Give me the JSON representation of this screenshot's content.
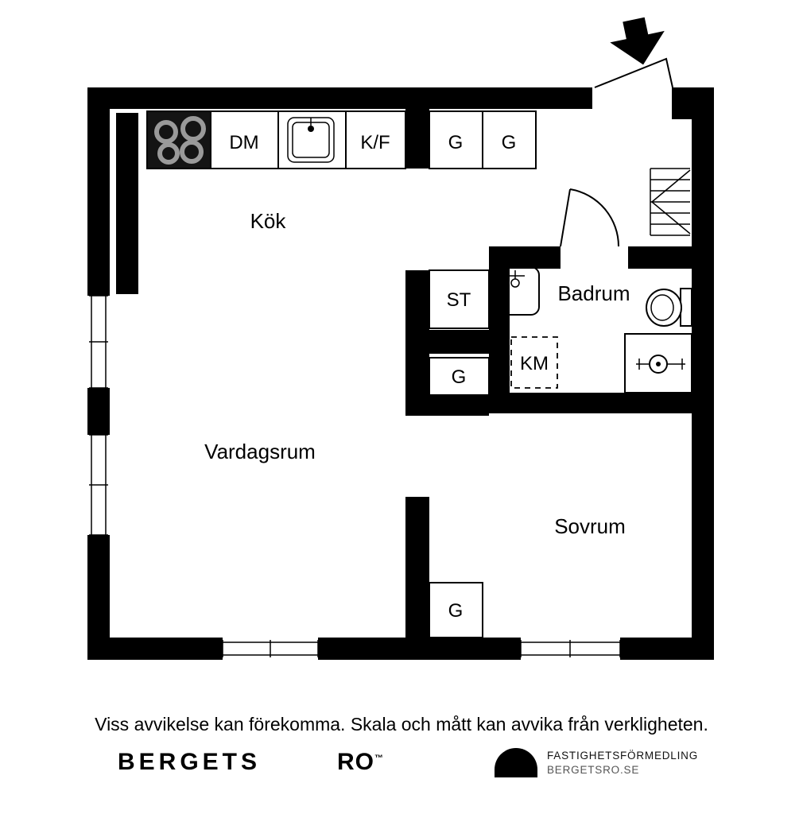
{
  "plan": {
    "rooms": {
      "kitchen": "Kök",
      "living_room": "Vardagsrum",
      "bathroom": "Badrum",
      "bedroom": "Sovrum"
    },
    "labels": {
      "dishwasher": "DM",
      "fridge_freezer": "K/F",
      "wardrobe_kitchen_1": "G",
      "wardrobe_kitchen_2": "G",
      "closet_st": "ST",
      "washing_machine": "KM",
      "wardrobe_hall": "G",
      "wardrobe_bedroom": "G"
    },
    "colors": {
      "ink": "#000000",
      "background": "#ffffff"
    }
  },
  "footer": {
    "disclaimer": "Viss avvikelse kan förekomma. Skala och mått kan avvika från verkligheten.",
    "brand_name": "BERGETS",
    "brand_name_2": "RO",
    "trademark": "™",
    "agency_line1": "FASTIGHETSFÖRMEDLING",
    "agency_line2": "BERGETSRO.SE"
  }
}
